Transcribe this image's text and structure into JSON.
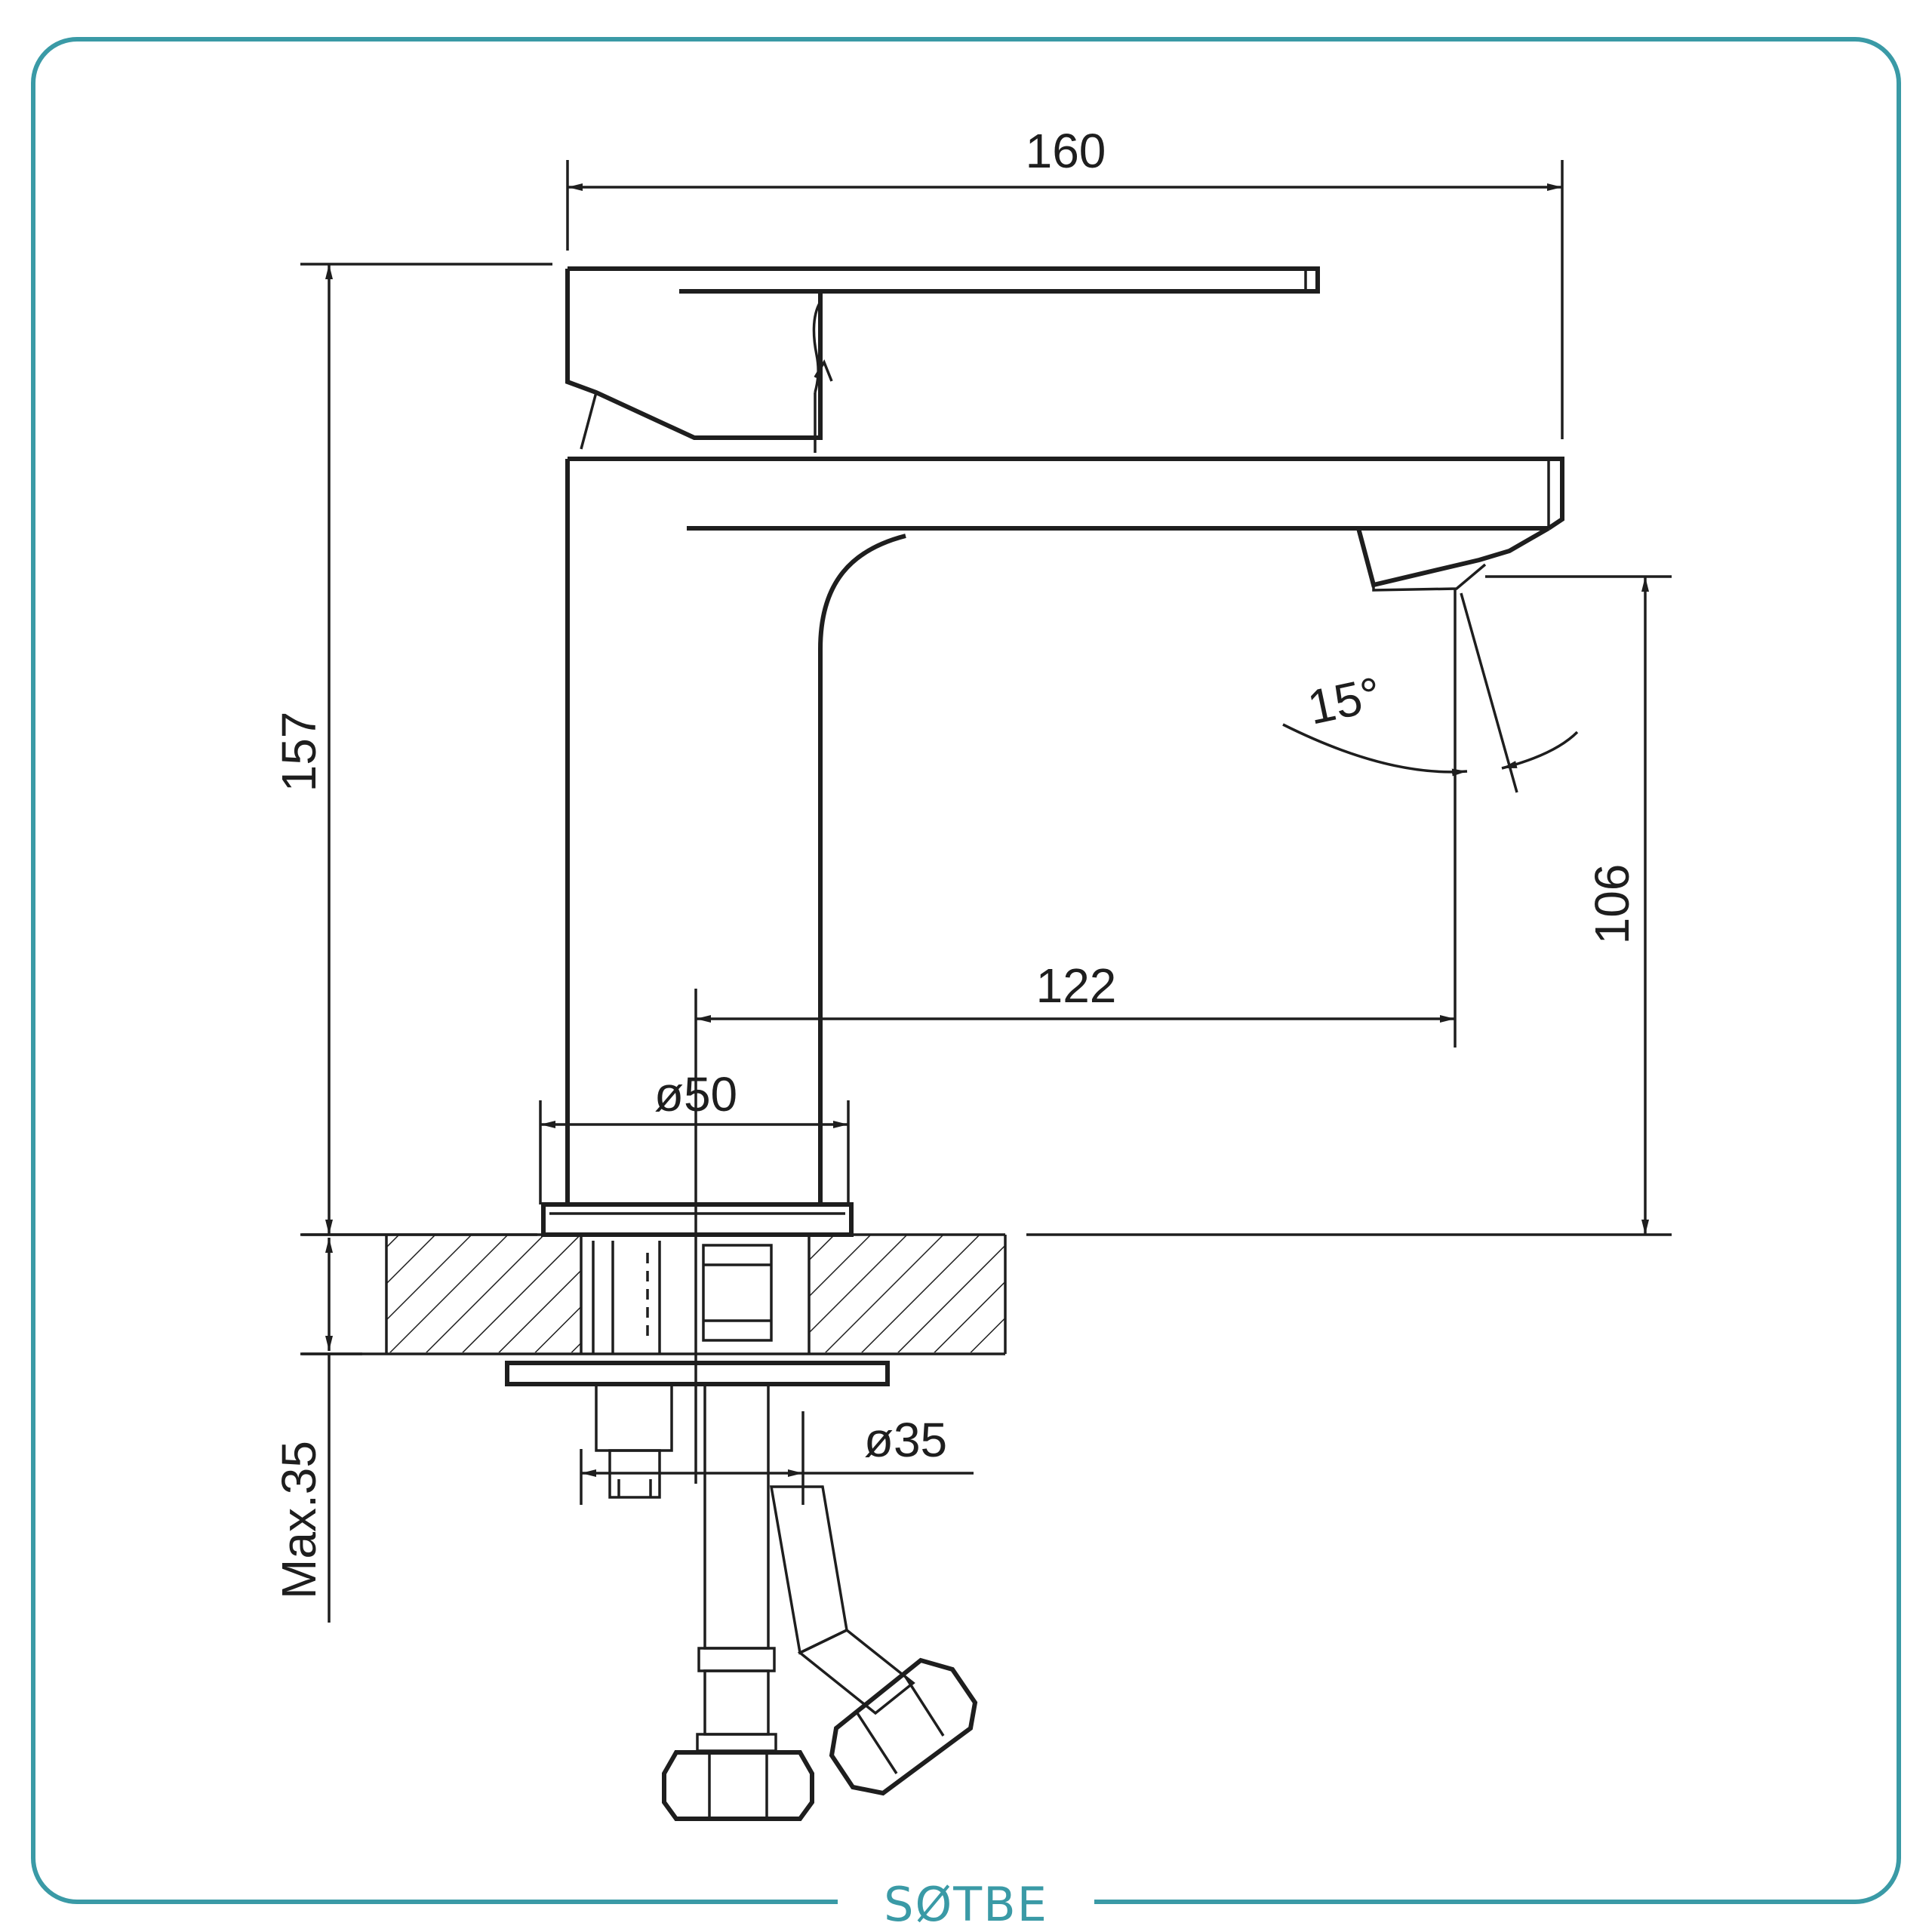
{
  "brand": {
    "name": "SØTBE",
    "frame_color": "#3a9aa6"
  },
  "dimensions": {
    "overall_length": "160",
    "overall_height": "157",
    "spout_height": "106",
    "spout_reach": "122",
    "base_diameter": "ø50",
    "shank_diameter": "ø35",
    "aerator_angle": "15°",
    "max_counter_thickness": "Max.35"
  },
  "colors": {
    "line": "#1e1e1e",
    "background": "#ffffff"
  }
}
